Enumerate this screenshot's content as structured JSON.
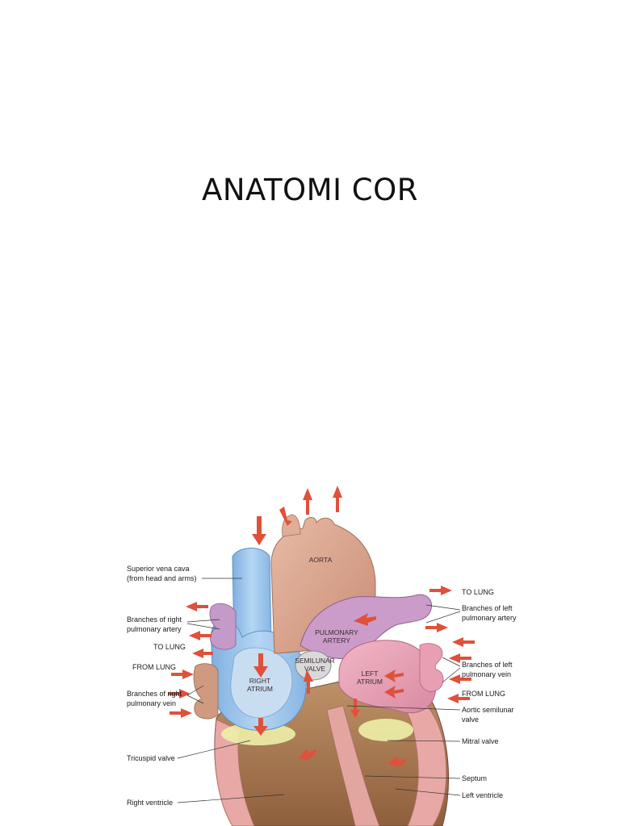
{
  "slide": {
    "title": "ANATOMI COR"
  },
  "diagram": {
    "inner_labels": {
      "aorta": "AORTA",
      "pulmonary_artery_1": "PULMONARY",
      "pulmonary_artery_2": "ARTERY",
      "semilunar_1": "SEMILUNAR",
      "semilunar_2": "VALVE",
      "right_atrium_1": "RIGHT",
      "right_atrium_2": "ATRIUM",
      "left_atrium_1": "LEFT",
      "left_atrium_2": "ATRIUM"
    },
    "left_labels": {
      "svc_1": "Superior vena cava",
      "svc_2": "(from head and arms)",
      "br_rpa_1": "Branches of right",
      "br_rpa_2": "pulmonary artery",
      "to_lung": "TO LUNG",
      "from_lung": "FROM LUNG",
      "br_rpv_1": "Branches of right",
      "br_rpv_2": "pulmonary vein",
      "tricuspid": "Tricuspid valve",
      "right_ventricle": "Right ventricle"
    },
    "right_labels": {
      "to_lung": "TO LUNG",
      "br_lpa_1": "Branches of left",
      "br_lpa_2": "pulmonary artery",
      "br_lpv_1": "Branches of left",
      "br_lpv_2": "pulmonary vein",
      "from_lung": "FROM LUNG",
      "aortic_1": "Aortic semilunar",
      "aortic_2": "valve",
      "mitral": "Mitral valve",
      "septum": "Septum",
      "left_ventricle": "Left ventricle"
    },
    "colors": {
      "vena_cava": "#9cc4ea",
      "aorta": "#d9a68f",
      "pulmonary": "#c79ac8",
      "left_side": "#e9a4b8",
      "muscle": "#a9774f",
      "valve": "#eef0a8",
      "arrow": "#e0503a"
    }
  }
}
